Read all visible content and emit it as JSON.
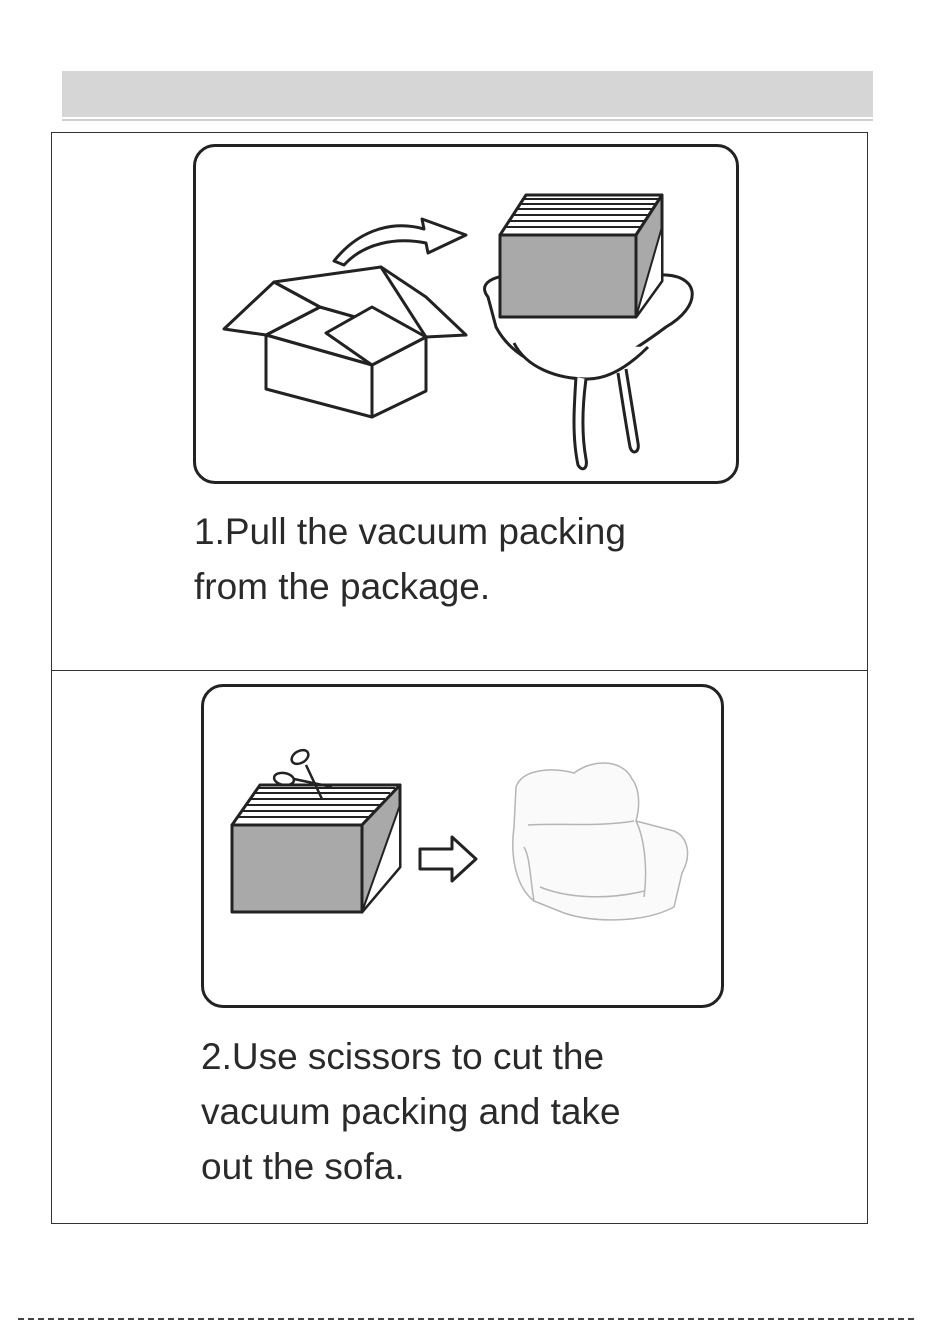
{
  "steps": [
    {
      "text_line1": "1.Pull the vacuum packing",
      "text_line2": "from the package."
    },
    {
      "text_line1": "2.Use scissors to cut the",
      "text_line2": "vacuum packing and take",
      "text_line3": "out the sofa."
    }
  ],
  "illustrations": {
    "step1": [
      "open-box-icon",
      "curved-arrow-icon",
      "vacuum-pack-icon",
      "bean-bag-chair-icon"
    ],
    "step2": [
      "scissors-icon",
      "vacuum-pack-icon",
      "right-arrow-icon",
      "sofa-icon"
    ]
  },
  "colors": {
    "header_bar": "#d6d6d6",
    "pack_fill": "#a9a9a9",
    "line": "#222222"
  }
}
